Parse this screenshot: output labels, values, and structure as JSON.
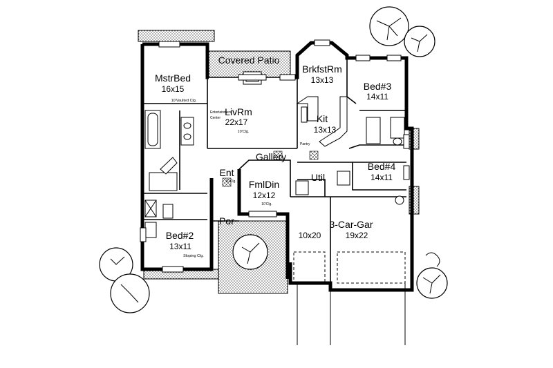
{
  "rooms": {
    "covered_patio": {
      "name": "Covered Patio"
    },
    "master_bed": {
      "name": "MstrBed",
      "dims": "16x15",
      "note": "10'Vaulted Clg."
    },
    "brkfst": {
      "name": "BrkfstRm",
      "dims": "13x13"
    },
    "bed3": {
      "name": "Bed#3",
      "dims": "14x11"
    },
    "living": {
      "name": "LivRm",
      "dims": "22x17",
      "note": "10'Clg."
    },
    "entertainment": {
      "line1": "Entertainment",
      "line2": "Center"
    },
    "kitchen": {
      "name": "Kit",
      "dims": "13x13"
    },
    "pantry": {
      "name": "Pantry"
    },
    "gallery": {
      "name": "Gallery"
    },
    "bed4": {
      "name": "Bed#4",
      "dims": "14x11"
    },
    "entry": {
      "name": "Ent",
      "note": "10'Clg."
    },
    "family_dining": {
      "name": "FmlDin",
      "dims": "12x12",
      "note": "10'Clg."
    },
    "utility": {
      "name": "Util"
    },
    "garage": {
      "name": "3-Car-Gar",
      "dims": "19x22",
      "bay_dims": "10x20"
    },
    "porch": {
      "name": "Por"
    },
    "bed2": {
      "name": "Bed#2",
      "dims": "13x11",
      "note": "Sloping Clg."
    }
  }
}
